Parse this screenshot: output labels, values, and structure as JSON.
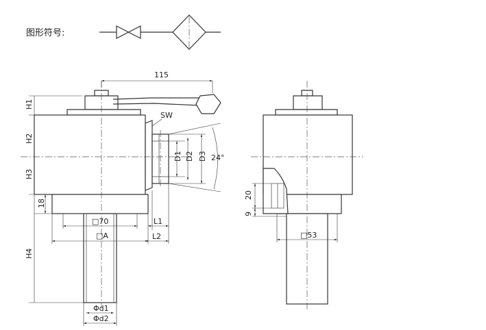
{
  "header": {
    "symbol_label": "图形符号:"
  },
  "dimensions": {
    "handle_length": "115",
    "h1": "H1",
    "h2": "H2",
    "h3": "H3",
    "h4": "H4",
    "d18": "18",
    "d20": "20",
    "d9": "9",
    "sw": "SW",
    "d1": "D1",
    "d2": "D2",
    "d3": "D3",
    "angle": "24°",
    "sq70": "□70",
    "sqA": "□A",
    "l1": "L1",
    "l2": "L2",
    "sq53": "□53",
    "phi_d1": "Φd1",
    "phi_d2": "Φd2"
  }
}
